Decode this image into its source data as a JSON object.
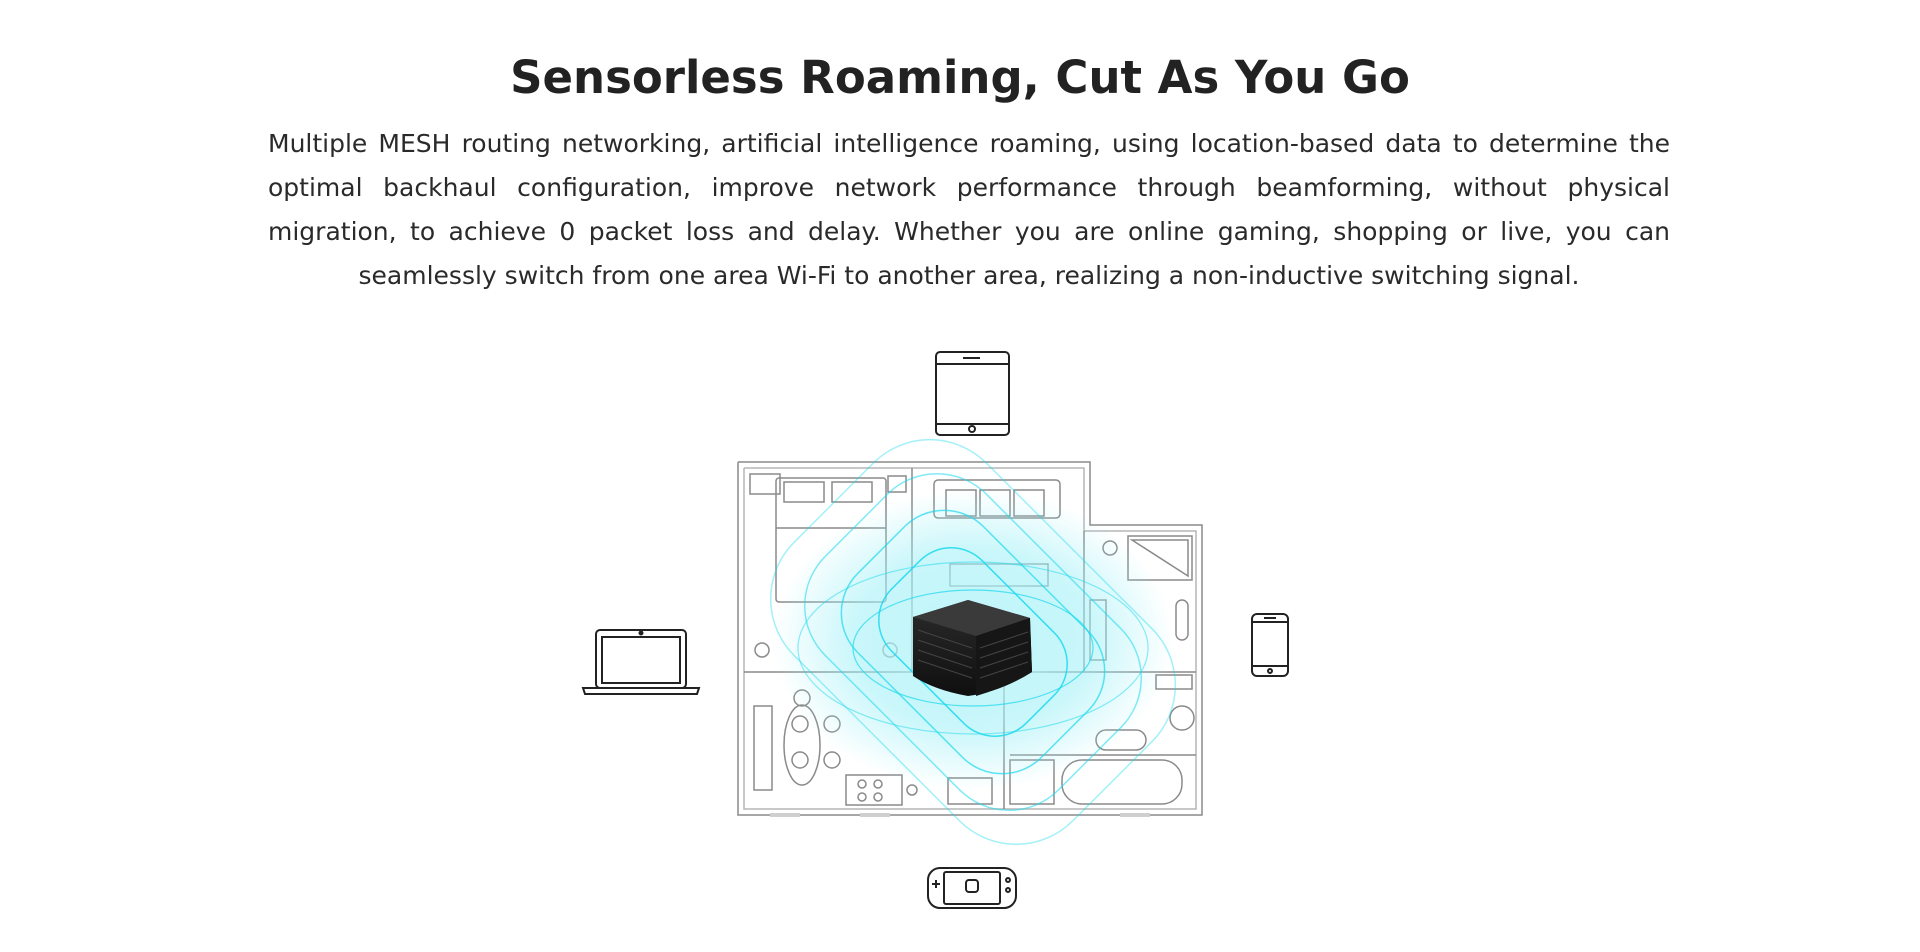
{
  "section": {
    "title": "Sensorless Roaming, Cut As You Go",
    "description": "Multiple MESH routing networking, artificial intelligence roaming, using location-based data to determine the optimal backhaul configuration, improve network performance through beamforming, without physical migration, to achieve 0 packet loss and delay. Whether you are online gaming, shopping or live, you can seamlessly switch from one area Wi-Fi to another area, realizing a non-inductive switching signal."
  },
  "illustration": {
    "devices": [
      "tablet-icon",
      "laptop-icon",
      "smartphone-icon",
      "game-console-icon"
    ],
    "center_device": "mesh-router",
    "colors": {
      "signal": "#19d9ee",
      "signal_fill": "#a9f1f8",
      "router": "#1c1c1c",
      "outline": "#333333",
      "floor_line": "#8a8a8a"
    }
  }
}
